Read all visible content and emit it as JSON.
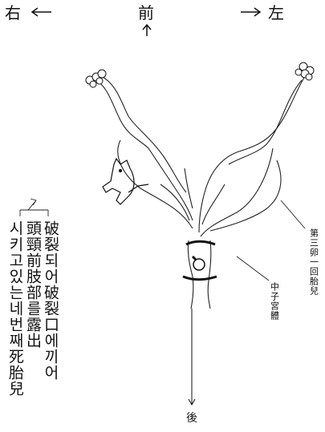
{
  "header": {
    "right_label": "右",
    "left_label": "左",
    "front_label": "前"
  },
  "bottom_label": "後",
  "annotations": {
    "third_fetus": "第三卵",
    "third_fetus_note": "一回胎兒",
    "middle_note": "中子宮體"
  },
  "main_text": {
    "col1": "破裂되어破裂口에끼어",
    "col2": "頭頸前肢部를露出",
    "col3": "시키고있는네번째死胎兒"
  },
  "icons": [
    "arrow-left-icon",
    "arrow-right-icon",
    "arrow-up-icon",
    "arrow-down-icon"
  ]
}
